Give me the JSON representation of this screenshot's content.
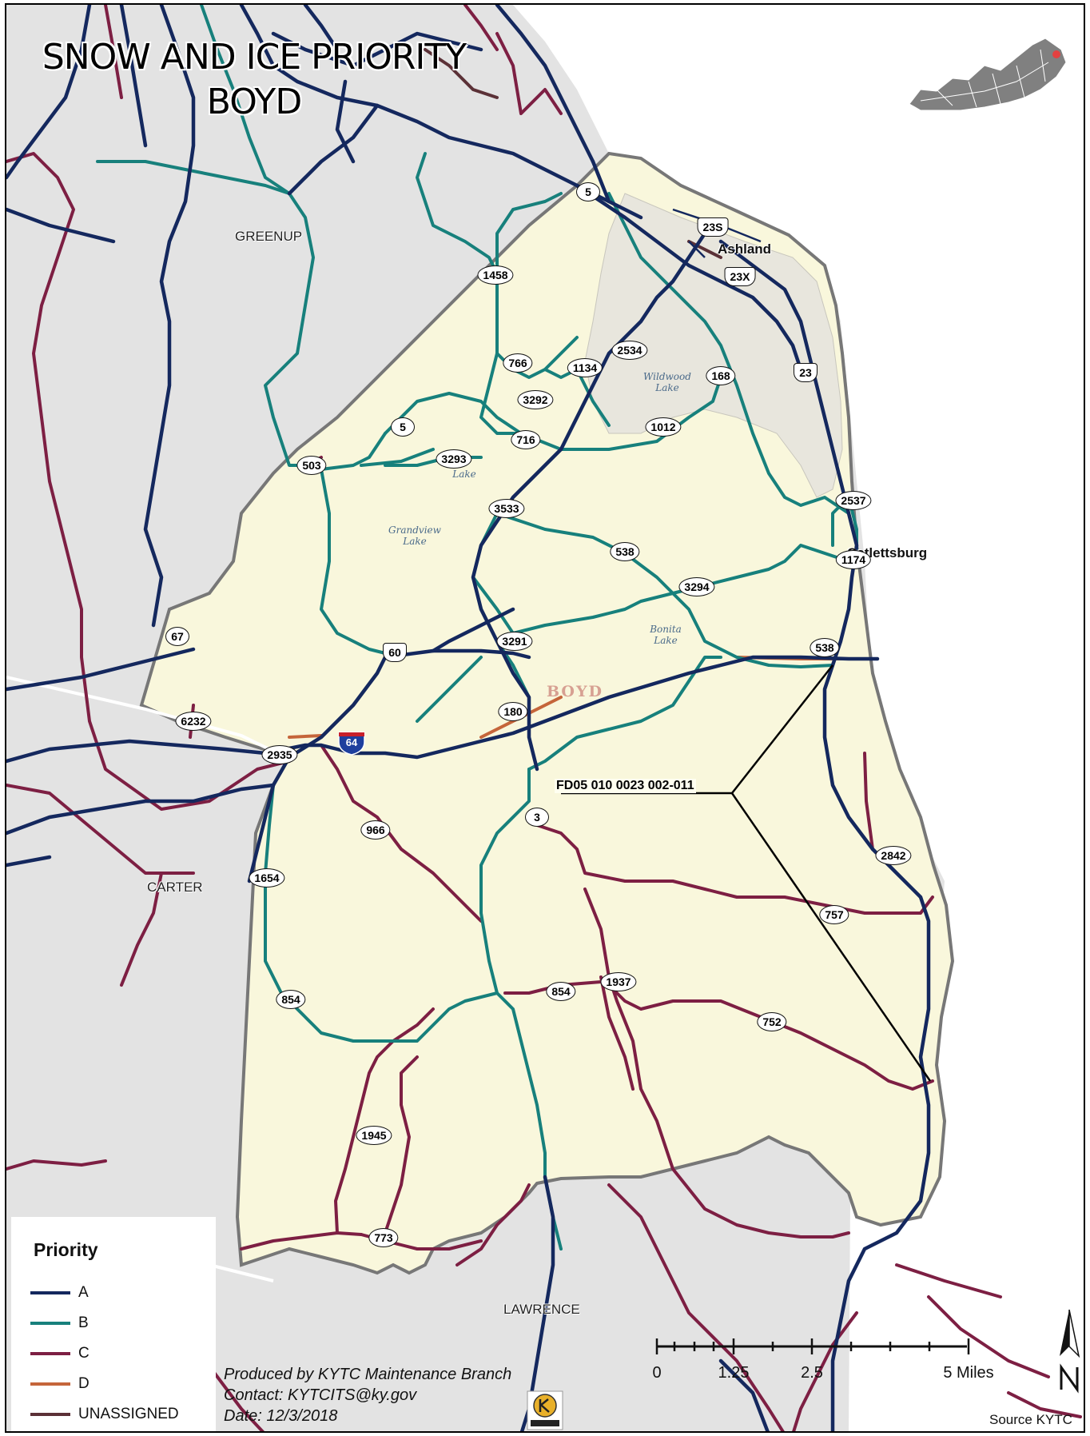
{
  "map": {
    "title_line1": "SNOW AND ICE PRIORITY",
    "title_line2": "BOYD",
    "county_name_center": "BOYD",
    "colors": {
      "county_fill": "#f9f7dc",
      "surrounding": "#e3e3e3",
      "priority_a": "#14285e",
      "priority_b": "#17807c",
      "priority_c": "#7d1f43",
      "priority_d": "#c5653a",
      "unassigned": "#5b3137",
      "river": "#b8cfe0",
      "urban": "#e8e6dd"
    }
  },
  "counties": [
    {
      "name": "GREENUP"
    },
    {
      "name": "CARTER"
    },
    {
      "name": "LAWRENCE"
    }
  ],
  "towns": [
    {
      "name": "Ashland"
    },
    {
      "name": "Catlettsburg"
    }
  ],
  "lakes": [
    {
      "name": "Wildwood\nLake"
    },
    {
      "name": "Grandview\nLake"
    },
    {
      "name": "Bonita\nLake"
    },
    {
      "name": "Lake"
    }
  ],
  "route_shields": [
    "5",
    "1458",
    "766",
    "1134",
    "2534",
    "23S",
    "23X",
    "23",
    "168",
    "3292",
    "1012",
    "5",
    "716",
    "503",
    "3293",
    "3533",
    "2537",
    "538",
    "1174",
    "3294",
    "3291",
    "60",
    "538",
    "67",
    "180",
    "6232",
    "2935",
    "3",
    "966",
    "2842",
    "1654",
    "757",
    "854",
    "1937",
    "854",
    "752",
    "1945",
    "773"
  ],
  "interstate": {
    "number": "64"
  },
  "feature_label": "FD05 010 0023 002-011",
  "legend": {
    "title": "Priority",
    "items": [
      {
        "label": "A",
        "color": "#14285e"
      },
      {
        "label": "B",
        "color": "#17807c"
      },
      {
        "label": "C",
        "color": "#7d1f43"
      },
      {
        "label": "D",
        "color": "#c5653a"
      },
      {
        "label": "UNASSIGNED",
        "color": "#5b3137"
      }
    ]
  },
  "credits": {
    "line1": "Produced by KYTC Maintenance Branch",
    "line2": "Contact: KYTCITS@ky.gov",
    "line3": "Date: 12/3/2018"
  },
  "scale": {
    "ticks": [
      "0",
      "1.25",
      "2.5",
      "5 Miles"
    ],
    "unit": "Miles"
  },
  "source": "Source KYTC"
}
